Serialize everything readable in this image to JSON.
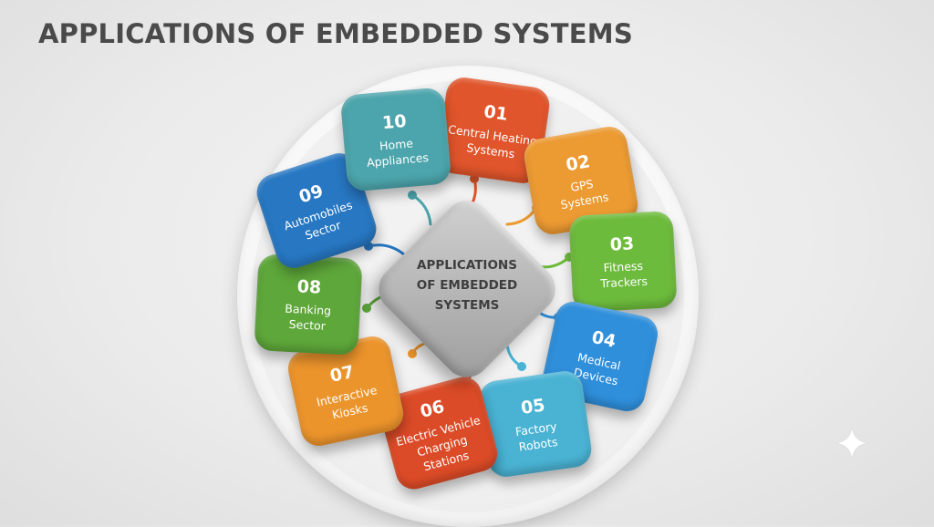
{
  "title": "APPLICATIONS OF EMBEDDED SYSTEMS",
  "center": {
    "label": "APPLICATIONS OF EMBEDDED SYSTEMS",
    "lines": [
      "APPLICATIONS",
      "OF EMBEDDED",
      "SYSTEMS"
    ]
  },
  "items": [
    {
      "number": "01",
      "lines": [
        "Central Heating",
        "Systems"
      ],
      "color": "#e0552b"
    },
    {
      "number": "02",
      "lines": [
        "GPS",
        "Systems"
      ],
      "color": "#ec9a32"
    },
    {
      "number": "03",
      "lines": [
        "Fitness",
        "Trackers"
      ],
      "color": "#6dbb3c"
    },
    {
      "number": "04",
      "lines": [
        "Medical",
        "Devices"
      ],
      "color": "#2f8fdb"
    },
    {
      "number": "05",
      "lines": [
        "Factory",
        "Robots"
      ],
      "color": "#4ab3d4"
    },
    {
      "number": "06",
      "lines": [
        "Electric Vehicle",
        "Charging",
        "Stations"
      ],
      "color": "#dc4b27"
    },
    {
      "number": "07",
      "lines": [
        "Interactive",
        "Kiosks"
      ],
      "color": "#ec942c"
    },
    {
      "number": "08",
      "lines": [
        "Banking",
        "Sector"
      ],
      "color": "#5ea73a"
    },
    {
      "number": "09",
      "lines": [
        "Automobiles",
        "Sector"
      ],
      "color": "#2777c2"
    },
    {
      "number": "10",
      "lines": [
        "Home",
        "Appliances"
      ],
      "color": "#4ca5ac"
    }
  ]
}
